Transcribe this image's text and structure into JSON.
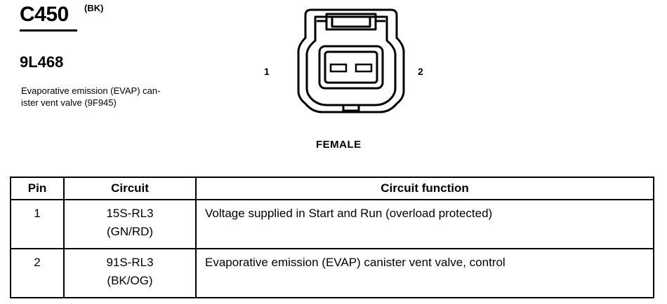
{
  "connector": {
    "id": "C450",
    "color": "(BK)",
    "part_number": "9L468",
    "description": "Evaporative emission (EVAP) can-\nister vent valve (9F945)",
    "gender": "FEMALE",
    "pin_labels": [
      "1",
      "2"
    ]
  },
  "table": {
    "headers": [
      "Pin",
      "Circuit",
      "Circuit function"
    ],
    "rows": [
      {
        "pin": "1",
        "circuit": "15S-RL3",
        "wire": "(GN/RD)",
        "function": "Voltage supplied in Start and Run (overload protected)"
      },
      {
        "pin": "2",
        "circuit": "91S-RL3",
        "wire": "(BK/OG)",
        "function": "Evaporative emission (EVAP) canister vent valve, control"
      }
    ]
  }
}
